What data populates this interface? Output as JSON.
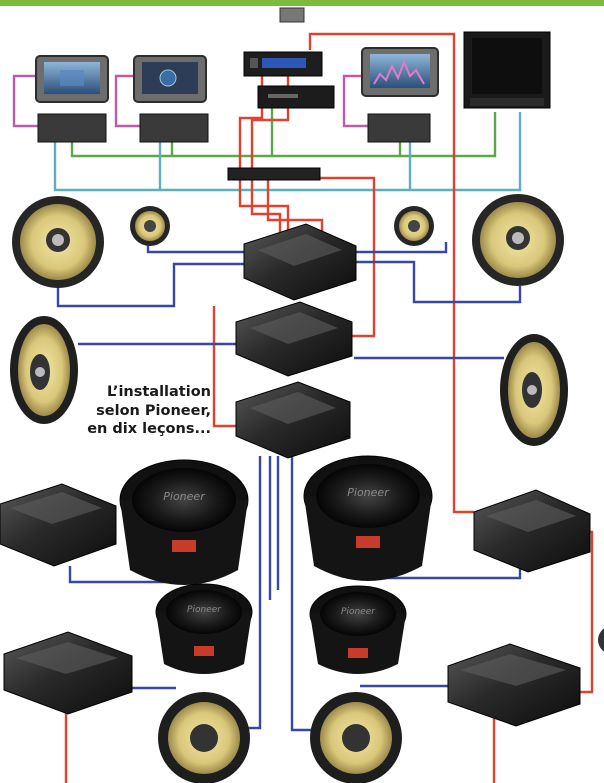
{
  "caption": {
    "lines": [
      "L’installation",
      "selon Pioneer,",
      "en dix leçons..."
    ]
  },
  "brand_label": "Pioneer",
  "colors": {
    "accent_bar": "#7dbb3c",
    "wire_power": "#e2412c",
    "wire_speaker": "#3846a8",
    "wire_video": "#5ab0bc",
    "wire_signal": "#5aa84a",
    "wire_remote": "#c05aa8",
    "speaker_cone": "#d9c77a"
  },
  "components": [
    {
      "name": "head-unit",
      "icon": "car-radio-icon"
    },
    {
      "name": "dvd-player",
      "icon": "dvd-player-icon"
    },
    {
      "name": "navigation-unit",
      "icon": "navigation-icon"
    },
    {
      "name": "headrest-monitor",
      "icon": "monitor-icon"
    },
    {
      "name": "flip-out-monitor",
      "icon": "monitor-icon"
    },
    {
      "name": "video-module",
      "icon": "module-icon"
    },
    {
      "name": "amplifier",
      "icon": "amplifier-icon"
    },
    {
      "name": "coaxial-speaker",
      "icon": "speaker-icon"
    },
    {
      "name": "oval-speaker",
      "icon": "oval-speaker-icon"
    },
    {
      "name": "subwoofer",
      "icon": "subwoofer-icon"
    }
  ]
}
